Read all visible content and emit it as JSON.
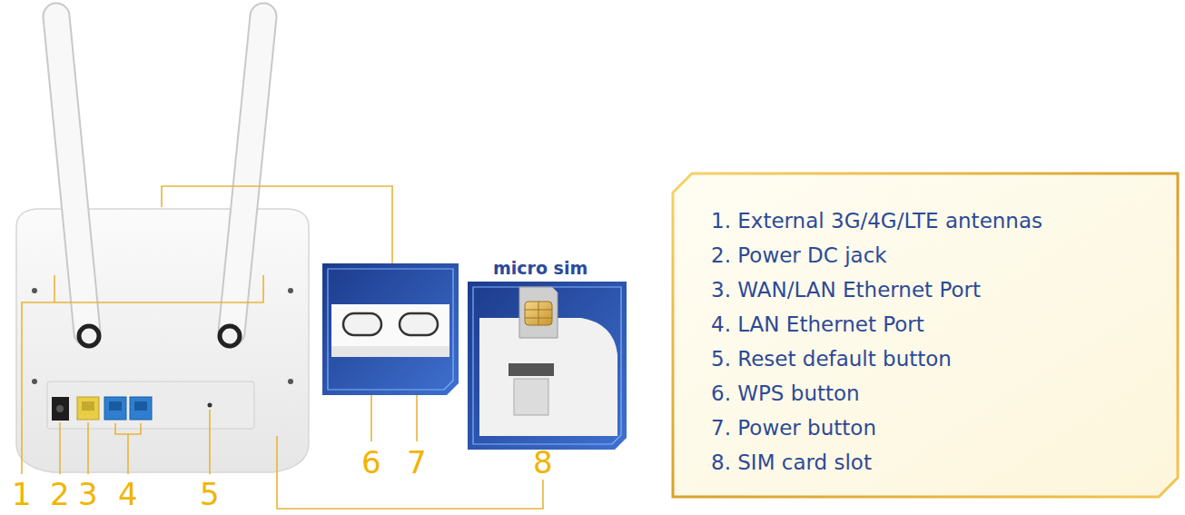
{
  "diagram": {
    "nodes": [
      {
        "text": [
          "1. External 3G/4G/LTE antennas",
          "2. Power DC jack",
          "3. WAN/LAN Ethernet Port",
          "4. LAN Ethernet Port",
          "5. Reset default button",
          "6. WPS button",
          "7. Power button",
          "8. SIM card slot"
        ]
      }
    ],
    "labels": [
      "1",
      "2",
      "3",
      "4",
      "5",
      "6",
      "7",
      "8",
      "micro sim"
    ]
  }
}
